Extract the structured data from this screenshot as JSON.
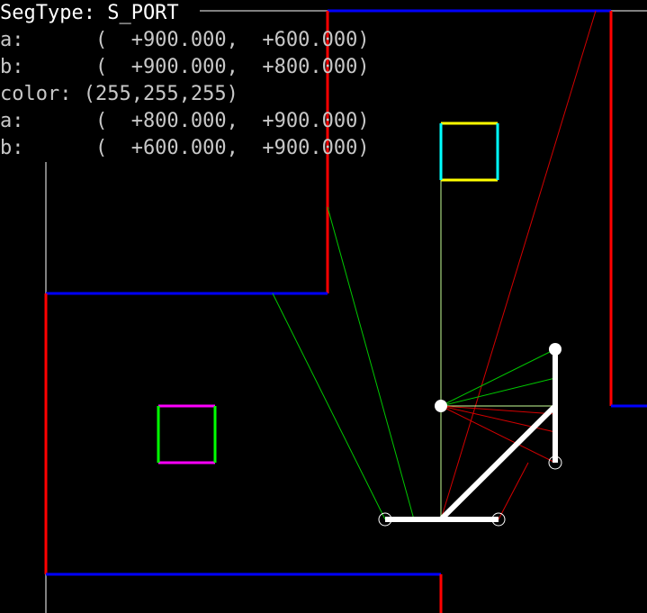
{
  "hud": {
    "seg_type": "SegType: S_PORT",
    "lines": [
      "a:      (  +900.000,  +600.000)",
      "b:      (  +900.000,  +800.000)",
      "color: (255,255,255)",
      "a:      (  +800.000,  +900.000)",
      "b:      (  +600.000,  +900.000)"
    ]
  },
  "colors": {
    "background": "#000000",
    "wall_red": "#ff0000",
    "wall_blue": "#0000ff",
    "wall_white": "#ffffff",
    "ray_green": "#00c800",
    "ray_red": "#d40000",
    "ray_lightgreen": "#c8ff96",
    "selected_segment": "#ffffff",
    "marker_cyan": "#00ffff",
    "marker_yellow": "#ffff00",
    "marker_green": "#00ff00",
    "marker_magenta": "#ff00ff"
  }
}
